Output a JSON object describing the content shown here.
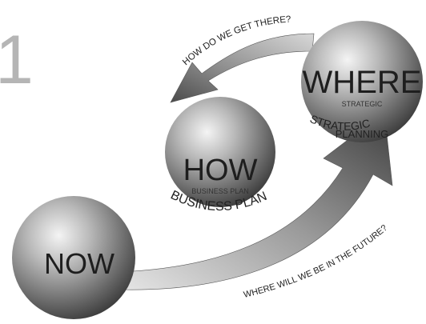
{
  "page_number": "1",
  "spheres": {
    "now": {
      "label": "NOW"
    },
    "how": {
      "label": "HOW",
      "small_label": "BUSINESS PLAN",
      "caption": "BUSINESS PLAN"
    },
    "where": {
      "label": "WHERE",
      "small_label": "STRATEGIC",
      "caption_line1": "STRATEGIC",
      "caption_line2": "PLANNING"
    }
  },
  "arrows": {
    "top_text": "HOW DO WE GET THERE?",
    "bottom_text": "WHERE WILL WE BE IN THE FUTURE?"
  }
}
